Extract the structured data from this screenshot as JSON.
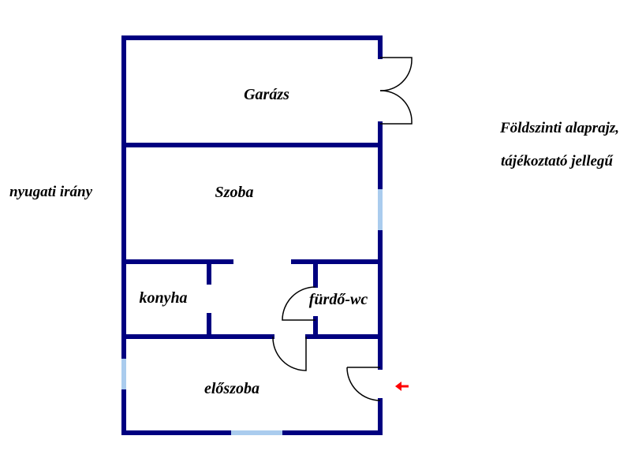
{
  "title": {
    "line1": "Földszinti alaprajz,",
    "line2": "tájékoztató jellegű"
  },
  "direction_label": "nyugati irány",
  "rooms": {
    "garage": "Garázs",
    "room": "Szoba",
    "kitchen": "konyha",
    "bathroom": "fürdő-wc",
    "hall": "előszoba"
  },
  "colors": {
    "wall": "#000080",
    "window": "#aaccee",
    "entrance_arrow": "#ff0000",
    "door_line": "#000000"
  }
}
